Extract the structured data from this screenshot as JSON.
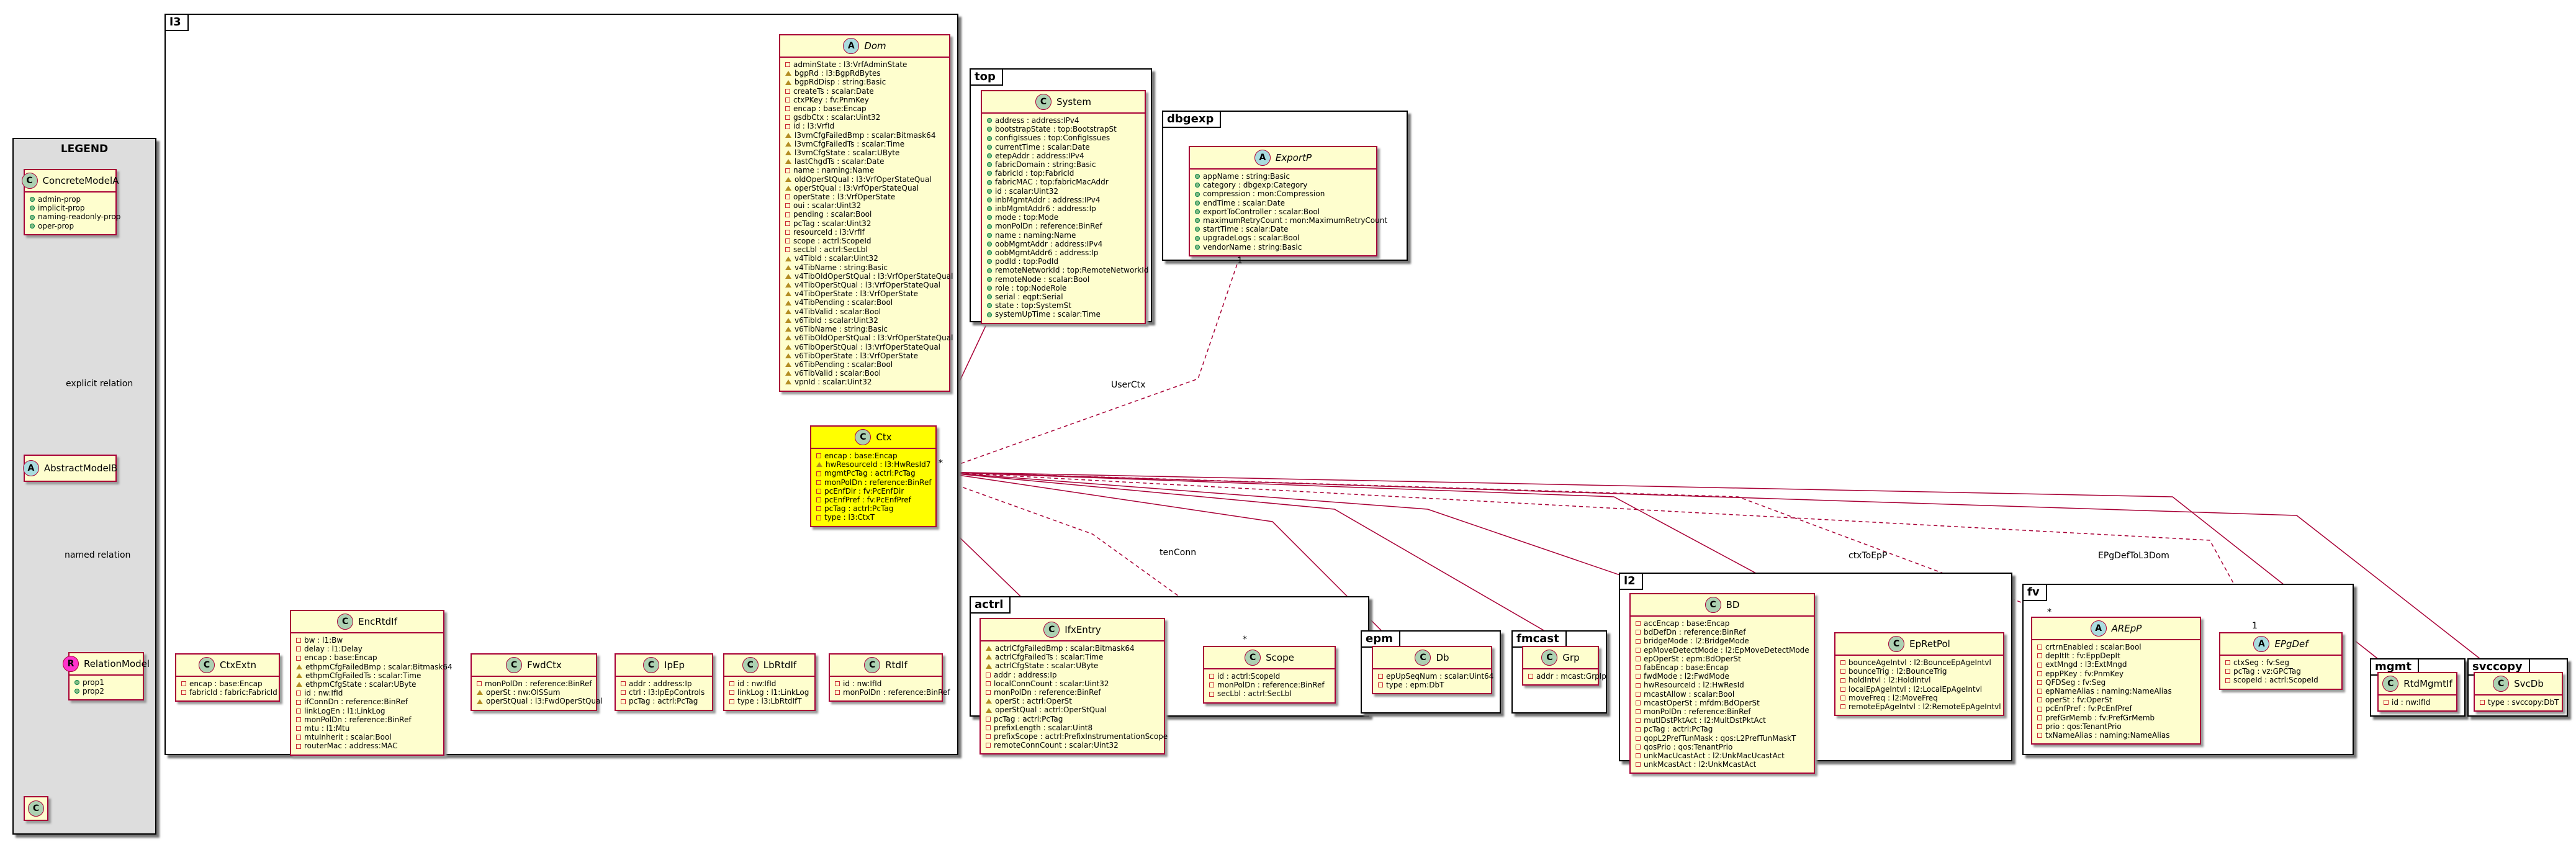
{
  "legend": {
    "title": "LEGEND",
    "concrete": {
      "stereotype": "C",
      "name": "ConcreteModelA",
      "attributes": [
        {
          "vis": "pub",
          "text": "admin-prop"
        },
        {
          "vis": "pub",
          "text": "implicit-prop"
        },
        {
          "vis": "pub",
          "text": "naming-readonly-prop"
        },
        {
          "vis": "pub",
          "text": "oper-prop"
        }
      ]
    },
    "abstract": {
      "stereotype": "A",
      "name": "AbstractModelB"
    },
    "relation": {
      "stereotype": "R",
      "name": "RelationModel",
      "attributes": [
        {
          "vis": "pub",
          "text": "prop1"
        },
        {
          "vis": "pub",
          "text": "prop2"
        }
      ]
    },
    "concrete2": {
      "stereotype": "C",
      "name": "C"
    },
    "explicit_label": "explicit relation",
    "named_label": "named relation"
  },
  "packages": {
    "l3": "l3",
    "top": "top",
    "dbgexp": "dbgexp",
    "actrl": "actrl",
    "epm": "epm",
    "fmcast": "fmcast",
    "l2": "l2",
    "fv": "fv",
    "mgmt": "mgmt",
    "svccopy": "svccopy"
  },
  "classes": {
    "dom": {
      "stereotype": "A",
      "name": "Dom",
      "abstract": true,
      "attributes": [
        {
          "vis": "priv",
          "text": "adminState : l3:VrfAdminState"
        },
        {
          "vis": "prot",
          "text": "bgpRd : l3:BgpRdBytes"
        },
        {
          "vis": "prot",
          "text": "bgpRdDisp : string:Basic"
        },
        {
          "vis": "priv",
          "text": "createTs : scalar:Date"
        },
        {
          "vis": "priv",
          "text": "ctxPKey : fv:PnmKey"
        },
        {
          "vis": "priv",
          "text": "encap : base:Encap"
        },
        {
          "vis": "priv",
          "text": "gsdbCtx : scalar:Uint32"
        },
        {
          "vis": "priv",
          "text": "id : l3:VrfId"
        },
        {
          "vis": "prot",
          "text": "l3vmCfgFailedBmp : scalar:Bitmask64"
        },
        {
          "vis": "prot",
          "text": "l3vmCfgFailedTs : scalar:Time"
        },
        {
          "vis": "prot",
          "text": "l3vmCfgState : scalar:UByte"
        },
        {
          "vis": "prot",
          "text": "lastChgdTs : scalar:Date"
        },
        {
          "vis": "priv",
          "text": "name : naming:Name"
        },
        {
          "vis": "prot",
          "text": "oldOperStQual : l3:VrfOperStateQual"
        },
        {
          "vis": "prot",
          "text": "operStQual : l3:VrfOperStateQual"
        },
        {
          "vis": "priv",
          "text": "operState : l3:VrfOperState"
        },
        {
          "vis": "priv",
          "text": "oui : scalar:Uint32"
        },
        {
          "vis": "priv",
          "text": "pending : scalar:Bool"
        },
        {
          "vis": "priv",
          "text": "pcTag : scalar:Uint32"
        },
        {
          "vis": "priv",
          "text": "resourceId : l3:VrfIf"
        },
        {
          "vis": "priv",
          "text": "scope : actrl:ScopeId"
        },
        {
          "vis": "priv",
          "text": "secLbl : actrl:SecLbl"
        },
        {
          "vis": "prot",
          "text": "v4TibId : scalar:Uint32"
        },
        {
          "vis": "prot",
          "text": "v4TibName : string:Basic"
        },
        {
          "vis": "prot",
          "text": "v4TibOldOperStQual : l3:VrfOperStateQual"
        },
        {
          "vis": "prot",
          "text": "v4TibOperStQual : l3:VrfOperStateQual"
        },
        {
          "vis": "prot",
          "text": "v4TibOperState : l3:VrfOperState"
        },
        {
          "vis": "prot",
          "text": "v4TibPending : scalar:Bool"
        },
        {
          "vis": "prot",
          "text": "v4TibValid : scalar:Bool"
        },
        {
          "vis": "prot",
          "text": "v6TibId : scalar:Uint32"
        },
        {
          "vis": "prot",
          "text": "v6TibName : string:Basic"
        },
        {
          "vis": "prot",
          "text": "v6TibOldOperStQual : l3:VrfOperStateQual"
        },
        {
          "vis": "prot",
          "text": "v6TibOperStQual : l3:VrfOperStateQual"
        },
        {
          "vis": "prot",
          "text": "v6TibOperState : l3:VrfOperState"
        },
        {
          "vis": "prot",
          "text": "v6TibPending : scalar:Bool"
        },
        {
          "vis": "prot",
          "text": "v6TibValid : scalar:Bool"
        },
        {
          "vis": "prot",
          "text": "vpnId : scalar:Uint32"
        }
      ]
    },
    "system": {
      "stereotype": "C",
      "name": "System",
      "attributes": [
        {
          "vis": "pub",
          "text": "address : address:IPv4"
        },
        {
          "vis": "pub",
          "text": "bootstrapState : top:BootstrapSt"
        },
        {
          "vis": "pub",
          "text": "configIssues : top:ConfigIssues"
        },
        {
          "vis": "pub",
          "text": "currentTime : scalar:Date"
        },
        {
          "vis": "pub",
          "text": "etepAddr : address:IPv4"
        },
        {
          "vis": "pub",
          "text": "fabricDomain : string:Basic"
        },
        {
          "vis": "pub",
          "text": "fabricId : top:FabricId"
        },
        {
          "vis": "pub",
          "text": "fabricMAC : top:fabricMacAddr"
        },
        {
          "vis": "pub",
          "text": "id : scalar:Uint32"
        },
        {
          "vis": "pub",
          "text": "inbMgmtAddr : address:IPv4"
        },
        {
          "vis": "pub",
          "text": "inbMgmtAddr6 : address:Ip"
        },
        {
          "vis": "pub",
          "text": "mode : top:Mode"
        },
        {
          "vis": "pub",
          "text": "monPolDn : reference:BinRef"
        },
        {
          "vis": "pub",
          "text": "name : naming:Name"
        },
        {
          "vis": "pub",
          "text": "oobMgmtAddr : address:IPv4"
        },
        {
          "vis": "pub",
          "text": "oobMgmtAddr6 : address:Ip"
        },
        {
          "vis": "pub",
          "text": "podId : top:PodId"
        },
        {
          "vis": "pub",
          "text": "remoteNetworkId : top:RemoteNetworkId"
        },
        {
          "vis": "pub",
          "text": "remoteNode : scalar:Bool"
        },
        {
          "vis": "pub",
          "text": "role : top:NodeRole"
        },
        {
          "vis": "pub",
          "text": "serial : eqpt:Serial"
        },
        {
          "vis": "pub",
          "text": "state : top:SystemSt"
        },
        {
          "vis": "pub",
          "text": "systemUpTime : scalar:Time"
        }
      ]
    },
    "exportp": {
      "stereotype": "A",
      "name": "ExportP",
      "abstract": true,
      "attributes": [
        {
          "vis": "pub",
          "text": "appName : string:Basic"
        },
        {
          "vis": "pub",
          "text": "category : dbgexp:Category"
        },
        {
          "vis": "pub",
          "text": "compression : mon:Compression"
        },
        {
          "vis": "pub",
          "text": "endTime : scalar:Date"
        },
        {
          "vis": "pub",
          "text": "exportToController : scalar:Bool"
        },
        {
          "vis": "pub",
          "text": "maximumRetryCount : mon:MaximumRetryCount"
        },
        {
          "vis": "pub",
          "text": "startTime : scalar:Date"
        },
        {
          "vis": "pub",
          "text": "upgradeLogs : scalar:Bool"
        },
        {
          "vis": "pub",
          "text": "vendorName : string:Basic"
        }
      ]
    },
    "ctx": {
      "stereotype": "C",
      "name": "Ctx",
      "attributes": [
        {
          "vis": "priv",
          "text": "encap : base:Encap"
        },
        {
          "vis": "prot",
          "text": "hwResourceId : l3:HwResId7"
        },
        {
          "vis": "priv",
          "text": "mgmtPcTag : actrl:PcTag"
        },
        {
          "vis": "priv",
          "text": "monPolDn : reference:BinRef"
        },
        {
          "vis": "priv",
          "text": "pcEnfDir : fv:PcEnfDir"
        },
        {
          "vis": "priv",
          "text": "pcEnfPref : fv:PcEnfPref"
        },
        {
          "vis": "priv",
          "text": "pcTag : actrl:PcTag"
        },
        {
          "vis": "priv",
          "text": "type : l3:CtxT"
        }
      ]
    },
    "ctxextn": {
      "stereotype": "C",
      "name": "CtxExtn",
      "attributes": [
        {
          "vis": "priv",
          "text": "encap : base:Encap"
        },
        {
          "vis": "priv",
          "text": "fabricId : fabric:FabricId"
        }
      ]
    },
    "encrtdif": {
      "stereotype": "C",
      "name": "EncRtdIf",
      "attributes": [
        {
          "vis": "priv",
          "text": "bw : l1:Bw"
        },
        {
          "vis": "priv",
          "text": "delay : l1:Delay"
        },
        {
          "vis": "priv",
          "text": "encap : base:Encap"
        },
        {
          "vis": "prot",
          "text": "ethpmCfgFailedBmp : scalar:Bitmask64"
        },
        {
          "vis": "prot",
          "text": "ethpmCfgFailedTs : scalar:Time"
        },
        {
          "vis": "prot",
          "text": "ethpmCfgState : scalar:UByte"
        },
        {
          "vis": "priv",
          "text": "id : nw:IfId"
        },
        {
          "vis": "priv",
          "text": "ifConnDn : reference:BinRef"
        },
        {
          "vis": "priv",
          "text": "linkLogEn : l1:LinkLog"
        },
        {
          "vis": "priv",
          "text": "monPolDn : reference:BinRef"
        },
        {
          "vis": "priv",
          "text": "mtu : l1:Mtu"
        },
        {
          "vis": "priv",
          "text": "mtuInherit : scalar:Bool"
        },
        {
          "vis": "priv",
          "text": "routerMac : address:MAC"
        }
      ]
    },
    "fwdctx": {
      "stereotype": "C",
      "name": "FwdCtx",
      "attributes": [
        {
          "vis": "priv",
          "text": "monPolDn : reference:BinRef"
        },
        {
          "vis": "prot",
          "text": "operSt : nw:OlSSum"
        },
        {
          "vis": "prot",
          "text": "operStQual : l3:FwdOperStQual"
        }
      ]
    },
    "ipep": {
      "stereotype": "C",
      "name": "IpEp",
      "attributes": [
        {
          "vis": "priv",
          "text": "addr : address:Ip"
        },
        {
          "vis": "priv",
          "text": "ctrl : l3:IpEpControls"
        },
        {
          "vis": "priv",
          "text": "pcTag : actrl:PcTag"
        }
      ]
    },
    "lbrtdif": {
      "stereotype": "C",
      "name": "LbRtdIf",
      "attributes": [
        {
          "vis": "priv",
          "text": "id : nw:IfId"
        },
        {
          "vis": "priv",
          "text": "linkLog : l1:LinkLog"
        },
        {
          "vis": "priv",
          "text": "type : l3:LbRtdIfT"
        }
      ]
    },
    "rtdif": {
      "stereotype": "C",
      "name": "RtdIf",
      "attributes": [
        {
          "vis": "priv",
          "text": "id : nw:IfId"
        },
        {
          "vis": "priv",
          "text": "monPolDn : reference:BinRef"
        }
      ]
    },
    "ifxentry": {
      "stereotype": "C",
      "name": "IfxEntry",
      "attributes": [
        {
          "vis": "prot",
          "text": "actrlCfgFailedBmp : scalar:Bitmask64"
        },
        {
          "vis": "prot",
          "text": "actrlCfgFailedTs : scalar:Time"
        },
        {
          "vis": "prot",
          "text": "actrlCfgState : scalar:UByte"
        },
        {
          "vis": "priv",
          "text": "addr : address:Ip"
        },
        {
          "vis": "priv",
          "text": "localConnCount : scalar:Uint32"
        },
        {
          "vis": "priv",
          "text": "monPolDn : reference:BinRef"
        },
        {
          "vis": "prot",
          "text": "operSt : actrl:OperSt"
        },
        {
          "vis": "prot",
          "text": "operStQual : actrl:OperStQual"
        },
        {
          "vis": "priv",
          "text": "pcTag : actrl:PcTag"
        },
        {
          "vis": "priv",
          "text": "prefixLength : scalar:Uint8"
        },
        {
          "vis": "priv",
          "text": "prefixScope : actrl:PrefixInstrumentationScope"
        },
        {
          "vis": "priv",
          "text": "remoteConnCount : scalar:Uint32"
        }
      ]
    },
    "scope": {
      "stereotype": "C",
      "name": "Scope",
      "attributes": [
        {
          "vis": "priv",
          "text": "id : actrl:ScopeId"
        },
        {
          "vis": "priv",
          "text": "monPolDn : reference:BinRef"
        },
        {
          "vis": "priv",
          "text": "secLbl : actrl:SecLbl"
        }
      ]
    },
    "db": {
      "stereotype": "C",
      "name": "Db",
      "attributes": [
        {
          "vis": "priv",
          "text": "epUpSeqNum : scalar:Uint64"
        },
        {
          "vis": "priv",
          "text": "type : epm:DbT"
        }
      ]
    },
    "grp": {
      "stereotype": "C",
      "name": "Grp",
      "attributes": [
        {
          "vis": "priv",
          "text": "addr : mcast:GrpIp"
        }
      ]
    },
    "bd": {
      "stereotype": "C",
      "name": "BD",
      "attributes": [
        {
          "vis": "priv",
          "text": "accEncap : base:Encap"
        },
        {
          "vis": "priv",
          "text": "bdDefDn : reference:BinRef"
        },
        {
          "vis": "priv",
          "text": "bridgeMode : l2:BridgeMode"
        },
        {
          "vis": "priv",
          "text": "epMoveDetectMode : l2:EpMoveDetectMode"
        },
        {
          "vis": "priv",
          "text": "epOperSt : epm:BdOperSt"
        },
        {
          "vis": "priv",
          "text": "fabEncap : base:Encap"
        },
        {
          "vis": "priv",
          "text": "fwdMode : l2:FwdMode"
        },
        {
          "vis": "priv",
          "text": "hwResourceId : l2:HwResId"
        },
        {
          "vis": "priv",
          "text": "mcastAllow : scalar:Bool"
        },
        {
          "vis": "priv",
          "text": "mcastOperSt : mfdm:BdOperSt"
        },
        {
          "vis": "priv",
          "text": "monPolDn : reference:BinRef"
        },
        {
          "vis": "priv",
          "text": "mutlDstPktAct : l2:MultDstPktAct"
        },
        {
          "vis": "priv",
          "text": "pcTag : actrl:PcTag"
        },
        {
          "vis": "priv",
          "text": "qopL2PrefTunMask : qos:L2PrefTunMaskT"
        },
        {
          "vis": "priv",
          "text": "qosPrio : qos:TenantPrio"
        },
        {
          "vis": "priv",
          "text": "unkMacUcastAct : l2:UnkMacUcastAct"
        },
        {
          "vis": "priv",
          "text": "unkMcastAct : l2:UnkMcastAct"
        }
      ]
    },
    "epretpol": {
      "stereotype": "C",
      "name": "EpRetPol",
      "attributes": [
        {
          "vis": "priv",
          "text": "bounceAgeIntvl : l2:BounceEpAgeIntvl"
        },
        {
          "vis": "priv",
          "text": "bounceTrig : l2:BounceTrig"
        },
        {
          "vis": "priv",
          "text": "holdIntvl : l2:HoldIntvl"
        },
        {
          "vis": "priv",
          "text": "localEpAgeIntvl : l2:LocalEpAgeIntvl"
        },
        {
          "vis": "priv",
          "text": "moveFreq : l2:MoveFreq"
        },
        {
          "vis": "priv",
          "text": "remoteEpAgeIntvl : l2:RemoteEpAgeIntvl"
        }
      ]
    },
    "arepp": {
      "stereotype": "A",
      "name": "AREpP",
      "abstract": true,
      "attributes": [
        {
          "vis": "priv",
          "text": "crtrnEnabled : scalar:Bool"
        },
        {
          "vis": "priv",
          "text": "depItIt : fv:EppDepIt"
        },
        {
          "vis": "priv",
          "text": "extMngd : l3:ExtMngd"
        },
        {
          "vis": "priv",
          "text": "eppPKey : fv:PnmKey"
        },
        {
          "vis": "priv",
          "text": "QFDSeg : fv:Seg"
        },
        {
          "vis": "priv",
          "text": "epNameAlias : naming:NameAlias"
        },
        {
          "vis": "priv",
          "text": "operSt : fv:OperSt"
        },
        {
          "vis": "priv",
          "text": "pcEnfPref : fv:PcEnfPref"
        },
        {
          "vis": "priv",
          "text": "prefGrMemb : fv:PrefGrMemb"
        },
        {
          "vis": "priv",
          "text": "prio : qos:TenantPrio"
        },
        {
          "vis": "priv",
          "text": "txNameAlias : naming:NameAlias"
        }
      ]
    },
    "epgdef": {
      "stereotype": "A",
      "name": "EPgDef",
      "abstract": true,
      "attributes": [
        {
          "vis": "priv",
          "text": "ctxSeg : fv:Seg"
        },
        {
          "vis": "priv",
          "text": "pcTag : vz:GPCTag"
        },
        {
          "vis": "priv",
          "text": "scopeId : actrl:ScopeId"
        }
      ]
    },
    "rtdmgmtif": {
      "stereotype": "C",
      "name": "RtdMgmtIf",
      "attributes": [
        {
          "vis": "priv",
          "text": "id : nw:IfId"
        }
      ]
    },
    "svcdb": {
      "stereotype": "C",
      "name": "SvcDb",
      "attributes": [
        {
          "vis": "priv",
          "text": "type : svccopy:DbT"
        }
      ]
    }
  },
  "edge_labels": {
    "userctx": "UserCtx",
    "tenconn": "tenConn",
    "ctxtoepp": "ctxToEpP",
    "epgdeftol3dom": "EPgDefToL3Dom",
    "one_a": "1",
    "one_b": "1",
    "star_a": "*",
    "star_b": "*",
    "star_c": "*"
  },
  "colors": {
    "class_fill": "#fefece",
    "class_border": "#a80036",
    "highlight": "#ffff00",
    "legend_fill": "#dddddd",
    "edge": "#a80036"
  }
}
